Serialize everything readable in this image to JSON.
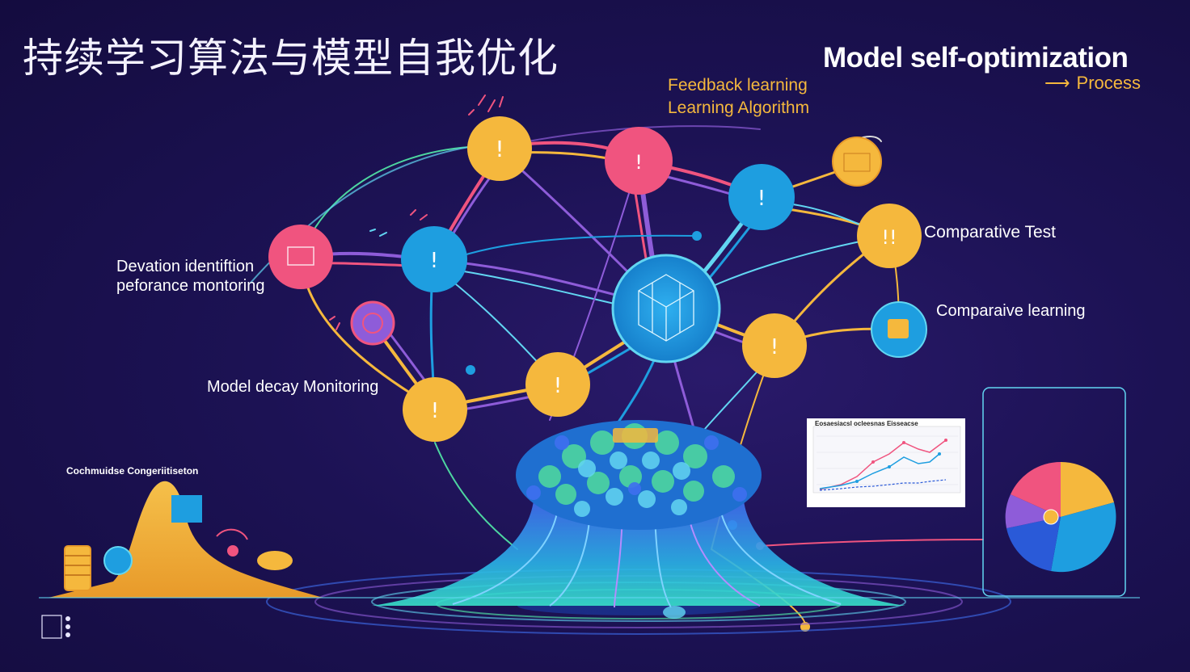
{
  "title_cn": "持续学习算法与模型自我优化",
  "title_en": "Model self-optimization",
  "process_label": "Process",
  "feedback": {
    "line1": "Feedback learning",
    "line2": "Learning Algorithm"
  },
  "labels": {
    "deviation_1": "Devation identiftion",
    "deviation_2": "peforance montoring",
    "model_decay": "Model decay Monitoring",
    "comparative_test": "Comparative Test",
    "comparative_learning": "Comparaive learning",
    "continuous_opt": "Cochmuidse Congeriitiseton"
  },
  "chart_panel_title": "Eosaesiacsl ocleesnas Eisseacse",
  "icons": {
    "node_center": "crystal-core-icon",
    "alert": "exclamation-icon",
    "gear": "gear-icon"
  },
  "colors": {
    "background": "#1c1254",
    "yellow": "#f5b83d",
    "pink": "#f0547f",
    "blue": "#1e9ee0",
    "purple": "#8e5cd9",
    "cyan": "#62d6f2",
    "green": "#4dd6a0"
  }
}
